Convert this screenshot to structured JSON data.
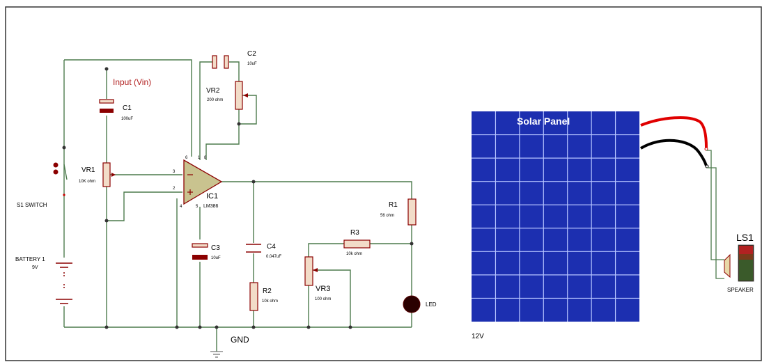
{
  "labels": {
    "input": "Input (Vin)",
    "switch": "S1 SWITCH",
    "battery_name": "BATTERY 1",
    "battery_value": "9V",
    "c1": "C1",
    "c1_val": "100uF",
    "c2": "C2",
    "c2_val": "10uF",
    "c3": "C3",
    "c3_val": "10uF",
    "c4": "C4",
    "c4_val": "0.047uF",
    "vr1": "VR1",
    "vr1_val": "10K ohm",
    "vr2": "VR2",
    "vr2_val": "200 ohm",
    "vr3": "VR3",
    "vr3_val": "100 ohm",
    "ic1": "IC1",
    "ic1_val": "LM386",
    "r1": "R1",
    "r1_val": "56 ohm",
    "r2": "R2",
    "r2_val": "10k ohm",
    "r3": "R3",
    "r3_val": "10k ohm",
    "led": "LED",
    "gnd": "GND",
    "pin3": "3",
    "pin2": "2",
    "pin4": "4",
    "pin6": "6",
    "pin5": "5",
    "pin8": "8",
    "pin1": "1",
    "solar": "Solar Panel",
    "voltage": "12V",
    "ls1": "LS1",
    "speaker": "SPEAKER"
  },
  "colors": {
    "wire": "#4c7a4c",
    "component": "#8b0000",
    "component_fill": "#f2dcc8",
    "opamp_fill": "#c9c38f",
    "input_label": "#b22222",
    "panel_fill": "#1c2fb0",
    "panel_grid": "#b6c4ff",
    "red_wire": "#e00000",
    "black_wire": "#000000"
  }
}
